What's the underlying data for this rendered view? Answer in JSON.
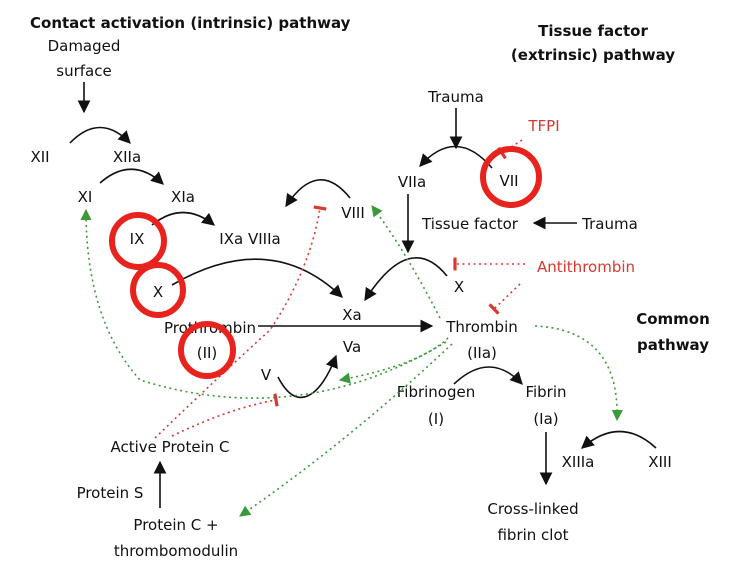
{
  "titles": {
    "intrinsic": "Contact activation (intrinsic) pathway",
    "extrinsic_1": "Tissue factor",
    "extrinsic_2": "(extrinsic) pathway",
    "common_1": "Common",
    "common_2": "pathway"
  },
  "labels": {
    "damaged_1": "Damaged",
    "damaged_2": "surface",
    "xii": "XII",
    "xiia": "XIIa",
    "xi": "XI",
    "xia": "XIa",
    "ix": "IX",
    "ixa_viiia": "IXa VIIIa",
    "viii": "VIII",
    "x_left": "X",
    "xa": "Xa",
    "va": "Va",
    "prothrombin": "Prothrombin",
    "ii": "(II)",
    "v": "V",
    "active_protein_c": "Active Protein C",
    "protein_s": "Protein S",
    "protein_c_1": "Protein C +",
    "protein_c_2": "thrombomodulin",
    "trauma_top": "Trauma",
    "tfpi": "TFPI",
    "viia": "VIIa",
    "vii": "VII",
    "tissue_factor": "Tissue factor",
    "trauma_right": "Trauma",
    "antithrombin": "Antithrombin",
    "x_right": "X",
    "thrombin": "Thrombin",
    "iia": "(IIa)",
    "fibrinogen": "Fibrinogen",
    "i": "(I)",
    "fibrin": "Fibrin",
    "ia": "(Ia)",
    "xiiia": "XIIIa",
    "xiii": "XIII",
    "clot_1": "Cross-linked",
    "clot_2": "fibrin clot"
  },
  "colors": {
    "text": "#111111",
    "inhibitor": "#d8382f",
    "activation_dotted": "#3a9a3a",
    "highlight_circle": "#e8231d"
  }
}
